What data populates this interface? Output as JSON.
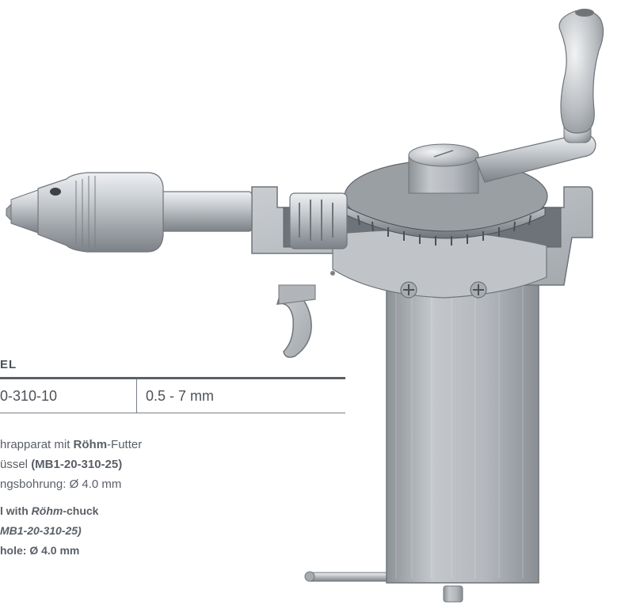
{
  "section_heading": "EL",
  "spec_table": {
    "code": "0-310-10",
    "range": "0.5 - 7 mm"
  },
  "description_de": {
    "line1_pre": "hrapparat mit ",
    "line1_brand": "Röhm",
    "line1_post": "-Futter",
    "line2_pre": "üssel ",
    "line2_code": "(MB1-20-310-25)",
    "line3": "ngsbohrung: Ø 4.0 mm"
  },
  "description_en": {
    "line1_pre": "l with ",
    "line1_brand": "Röhm",
    "line1_post": "-chuck",
    "line2": "MB1-20-310-25)",
    "line3": "hole: Ø 4.0 mm"
  },
  "colors": {
    "steel_light": "#d2d6da",
    "steel_mid": "#a9aeb3",
    "steel_dark": "#7c8187",
    "text": "#555a60",
    "rule": "#5a6068"
  }
}
